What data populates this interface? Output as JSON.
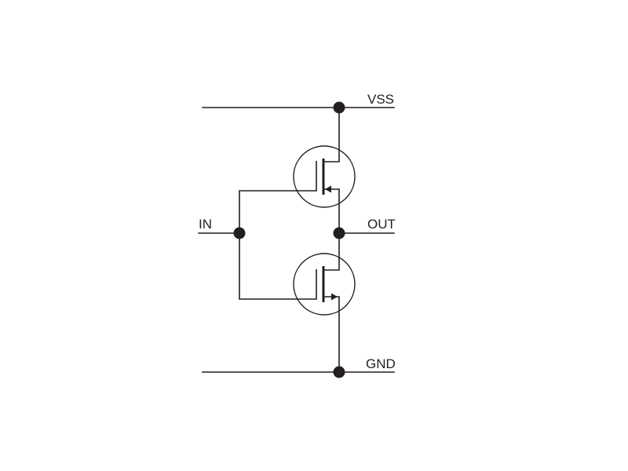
{
  "diagram": {
    "labels": {
      "vss": "VSS",
      "out": "OUT",
      "in": "IN",
      "gnd": "GND"
    },
    "colors": {
      "ink": "#231f20",
      "background": "#ffffff"
    }
  }
}
